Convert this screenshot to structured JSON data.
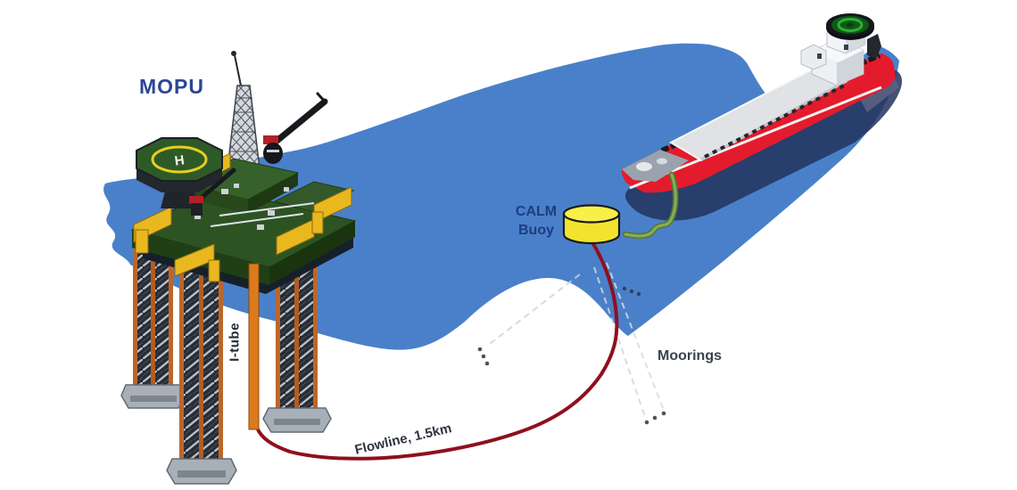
{
  "diagram": {
    "type": "offshore-production-schematic",
    "labels": {
      "mopu": "MOPU",
      "i_tube": "I-tube",
      "flowline": "Flowline, 1.5km",
      "calm_buoy": [
        "CALM",
        "Buoy"
      ],
      "moorings": "Moorings",
      "platform_helipad_marking": "H"
    },
    "colors": {
      "sea": "#4a80c9",
      "flowline_red": "#8e1020",
      "hose_green": "#86ac58",
      "buoy_yellow": "#f2e42e",
      "tanker_hull_red": "#e41b2c",
      "platform_deck_green": "#2d5323",
      "platform_trim_yellow": "#e9b81f",
      "i_tube_orange": "#dd7a1e",
      "leg_lattice_dark": "#272c35",
      "leg_chord_orange": "#bf6527",
      "label_navy": "#2b4795",
      "label_dark": "#3a4150",
      "ship_helipad_green": "#2fae35"
    }
  }
}
